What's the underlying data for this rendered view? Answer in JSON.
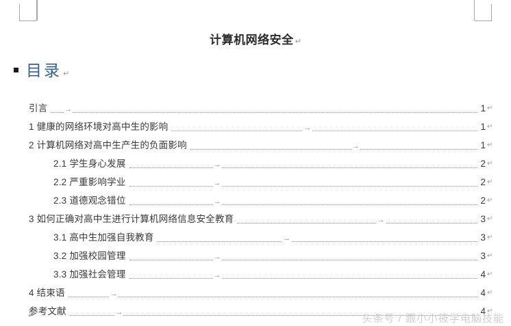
{
  "document": {
    "title": "计算机网络安全",
    "paragraph_mark": "↵"
  },
  "toc_heading": {
    "text": "目录",
    "paragraph_mark": "↵",
    "bullet": "square-bullet",
    "color": "#36618f"
  },
  "toc": {
    "rows": [
      {
        "label": "引言",
        "level": 1,
        "page": "1",
        "tab_arrow": "→",
        "arrow_pct": 3,
        "mark": "↵"
      },
      {
        "label": "1 健康的网络环境对高中生的影响",
        "level": 1,
        "page": "1",
        "tab_arrow": "→",
        "arrow_pct": 43,
        "mark": "↵"
      },
      {
        "label": "2 计算机网络对高中生产生的负面影响",
        "level": 1,
        "page": "1",
        "tab_arrow": "→",
        "arrow_pct": 56,
        "mark": "↵"
      },
      {
        "label": "2.1 学生身心发展",
        "level": 2,
        "page": "2",
        "tab_arrow": "→",
        "arrow_pct": 24,
        "mark": "↵"
      },
      {
        "label": "2.2 严重影响学业",
        "level": 2,
        "page": "2",
        "tab_arrow": "→",
        "arrow_pct": 24,
        "mark": "↵"
      },
      {
        "label": "2.3 道德观念错位",
        "level": 2,
        "page": "2",
        "tab_arrow": "→",
        "arrow_pct": 24,
        "mark": "↵"
      },
      {
        "label": "3 如何正确对高中生进行计算机网络信息安全教育",
        "level": 1,
        "page": "3",
        "tab_arrow": "→",
        "arrow_pct": 58,
        "mark": "↵"
      },
      {
        "label": "3.1 高中生加强自我教育",
        "level": 2,
        "page": "3",
        "tab_arrow": "→",
        "arrow_pct": 39,
        "mark": "↵"
      },
      {
        "label": "3.2 加强校园管理",
        "level": 2,
        "page": "3",
        "tab_arrow": "→",
        "arrow_pct": 24,
        "mark": "↵"
      },
      {
        "label": "3.3 加强社会管理",
        "level": 2,
        "page": "4",
        "tab_arrow": "→",
        "arrow_pct": 24,
        "mark": "↵"
      },
      {
        "label": "4 结束语",
        "level": 1,
        "page": "4",
        "tab_arrow": "→",
        "arrow_pct": 10,
        "mark": "↵"
      },
      {
        "label": "参考文献",
        "level": 1,
        "page": "4",
        "tab_arrow": "→",
        "arrow_pct": 11,
        "mark": "↵"
      }
    ]
  },
  "empty_paragraph": {
    "mark": "↵"
  },
  "watermark": {
    "text": "头条号 / 跟小小筱学电脑技能"
  }
}
